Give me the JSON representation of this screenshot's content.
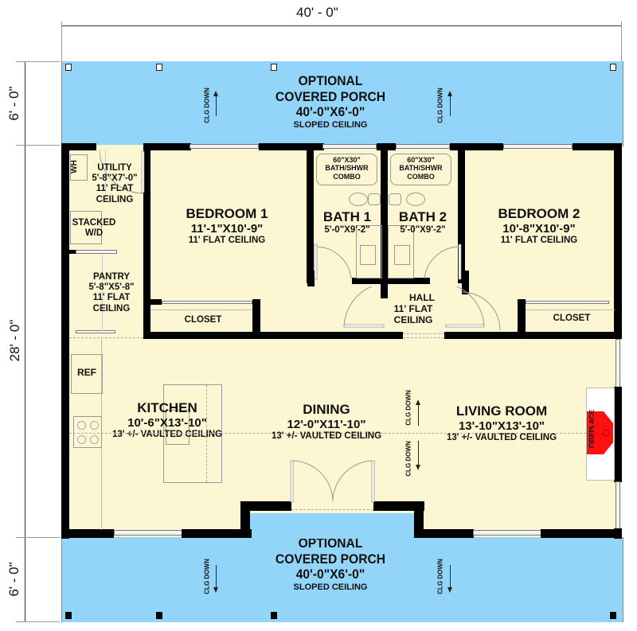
{
  "dimensions": {
    "overall_width": "40' - 0\"",
    "top_porch_depth": "6' - 0\"",
    "house_depth": "28' - 0\"",
    "bottom_porch_depth": "6' - 0\""
  },
  "porches": {
    "top": {
      "title_line1": "OPTIONAL",
      "title_line2": "COVERED PORCH",
      "size": "40'-0\"X6'-0\"",
      "ceiling": "SLOPED CEILING",
      "clg_left": "CLG DOWN",
      "clg_right": "CLG DOWN"
    },
    "bottom": {
      "title_line1": "OPTIONAL",
      "title_line2": "COVERED PORCH",
      "size": "40'-0\"X6'-0\"",
      "ceiling": "SLOPED CEILING",
      "clg_left": "CLG DOWN",
      "clg_right": "CLG DOWN"
    }
  },
  "rooms": {
    "utility": {
      "name": "UTILITY",
      "size": "5'-8\"X7'-0\"",
      "ceiling_line1": "11' FLAT",
      "ceiling_line2": "CEILING"
    },
    "wh": {
      "label": "WH"
    },
    "stacked": {
      "line1": "STACKED",
      "line2": "W/D"
    },
    "pantry": {
      "name": "PANTRY",
      "size": "5'-8\"X5'-8\"",
      "ceiling_line1": "11' FLAT",
      "ceiling_line2": "CEILING"
    },
    "bedroom1": {
      "name": "BEDROOM 1",
      "size": "11'-1\"X10'-9\"",
      "ceiling": "11' FLAT CEILING",
      "closet": "CLOSET"
    },
    "bath1": {
      "name": "BATH 1",
      "size": "5'-0\"X9'-2\"",
      "tub_line1": "60\"X30\"",
      "tub_line2": "BATH/SHWR",
      "tub_line3": "COMBO"
    },
    "bath2": {
      "name": "BATH 2",
      "size": "5'-0\"X9'-2\"",
      "tub_line1": "60\"X30\"",
      "tub_line2": "BATH/SHWR",
      "tub_line3": "COMBO"
    },
    "bedroom2": {
      "name": "BEDROOM 2",
      "size": "10'-8\"X10'-9\"",
      "ceiling": "11' FLAT CEILING",
      "closet": "CLOSET"
    },
    "hall": {
      "name": "HALL",
      "ceiling_line1": "11' FLAT",
      "ceiling_line2": "CEILING"
    },
    "kitchen": {
      "name": "KITCHEN",
      "size": "10'-6\"X13'-10\"",
      "ceiling": "13' +/- VAULTED CEILING",
      "ref": "REF"
    },
    "dining": {
      "name": "DINING",
      "size": "12'-0\"X11'-10\"",
      "ceiling": "13' +/- VAULTED CEILING",
      "clg_up": "CLG DOWN",
      "clg_down": "CLG DOWN"
    },
    "living": {
      "name": "LIVING ROOM",
      "size": "13'-10\"X13'-10\"",
      "ceiling": "13' +/- VAULTED CEILING",
      "fireplace": "FIREPLACE"
    }
  },
  "colors": {
    "porch": "#93d5f8",
    "floor": "#fcf6d2",
    "wall": "#000000",
    "fireplace": "#ff1010"
  }
}
